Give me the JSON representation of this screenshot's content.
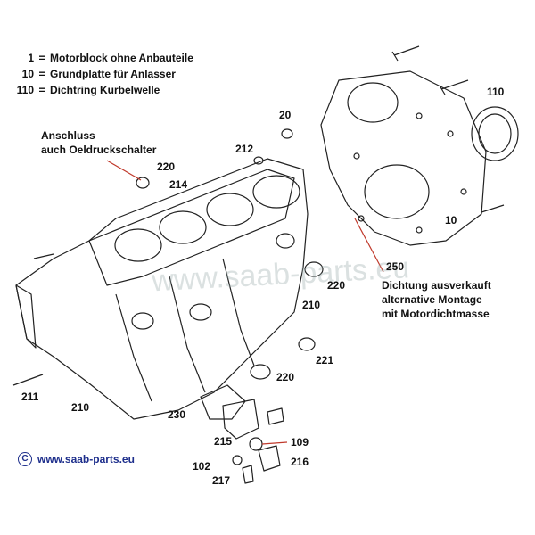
{
  "legend": [
    {
      "num": "1",
      "eq": "=",
      "text": "Motorblock ohne Anbauteile"
    },
    {
      "num": "10",
      "eq": "=",
      "text": "Grundplatte für Anlasser"
    },
    {
      "num": "110",
      "eq": "=",
      "text": "Dichtring Kurbelwelle"
    }
  ],
  "notes": {
    "anschluss_line1": "Anschluss",
    "anschluss_line2": "auch Oeldruckschalter",
    "dichtung_line1": "Dichtung ausverkauft",
    "dichtung_line2": "alternative Montage",
    "dichtung_line3": "mit Motordichtmasse"
  },
  "labels": {
    "p20": "20",
    "p110": "110",
    "p212": "212",
    "p220a": "220",
    "p214": "214",
    "p10": "10",
    "p250": "250",
    "p220b": "220",
    "p210a": "210",
    "p221": "221",
    "p211": "211",
    "p210b": "210",
    "p220c": "220",
    "p230": "230",
    "p215": "215",
    "p109": "109",
    "p102": "102",
    "p216": "216",
    "p217": "217"
  },
  "watermark": "www.saab-parts.eu",
  "copyright": {
    "symbol": "C",
    "text": "www.saab-parts.eu"
  },
  "colors": {
    "leader": "#c0392b",
    "text": "#111111",
    "link": "#1e2f8c"
  }
}
